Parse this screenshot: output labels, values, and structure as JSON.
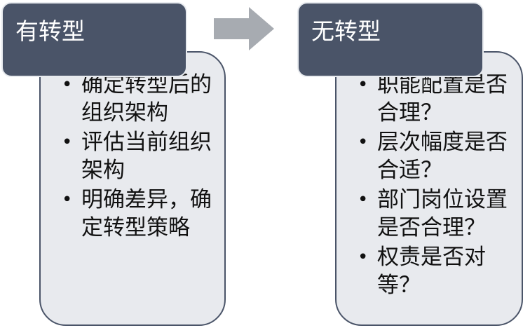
{
  "left": {
    "title": "有转型",
    "items": [
      "确定转型后的组织架构",
      "评估当前组织架构",
      "明确差异，确定转型策略"
    ]
  },
  "right": {
    "title": "无转型",
    "items": [
      "职能配置是否合理？",
      "层次幅度是否合适？",
      "部门岗位设置是否合理？",
      "权责是否对等？"
    ]
  },
  "colors": {
    "header_fill": "#4a5468",
    "body_fill": "#e8eaee",
    "arrow_fill": "#a7abb1"
  }
}
